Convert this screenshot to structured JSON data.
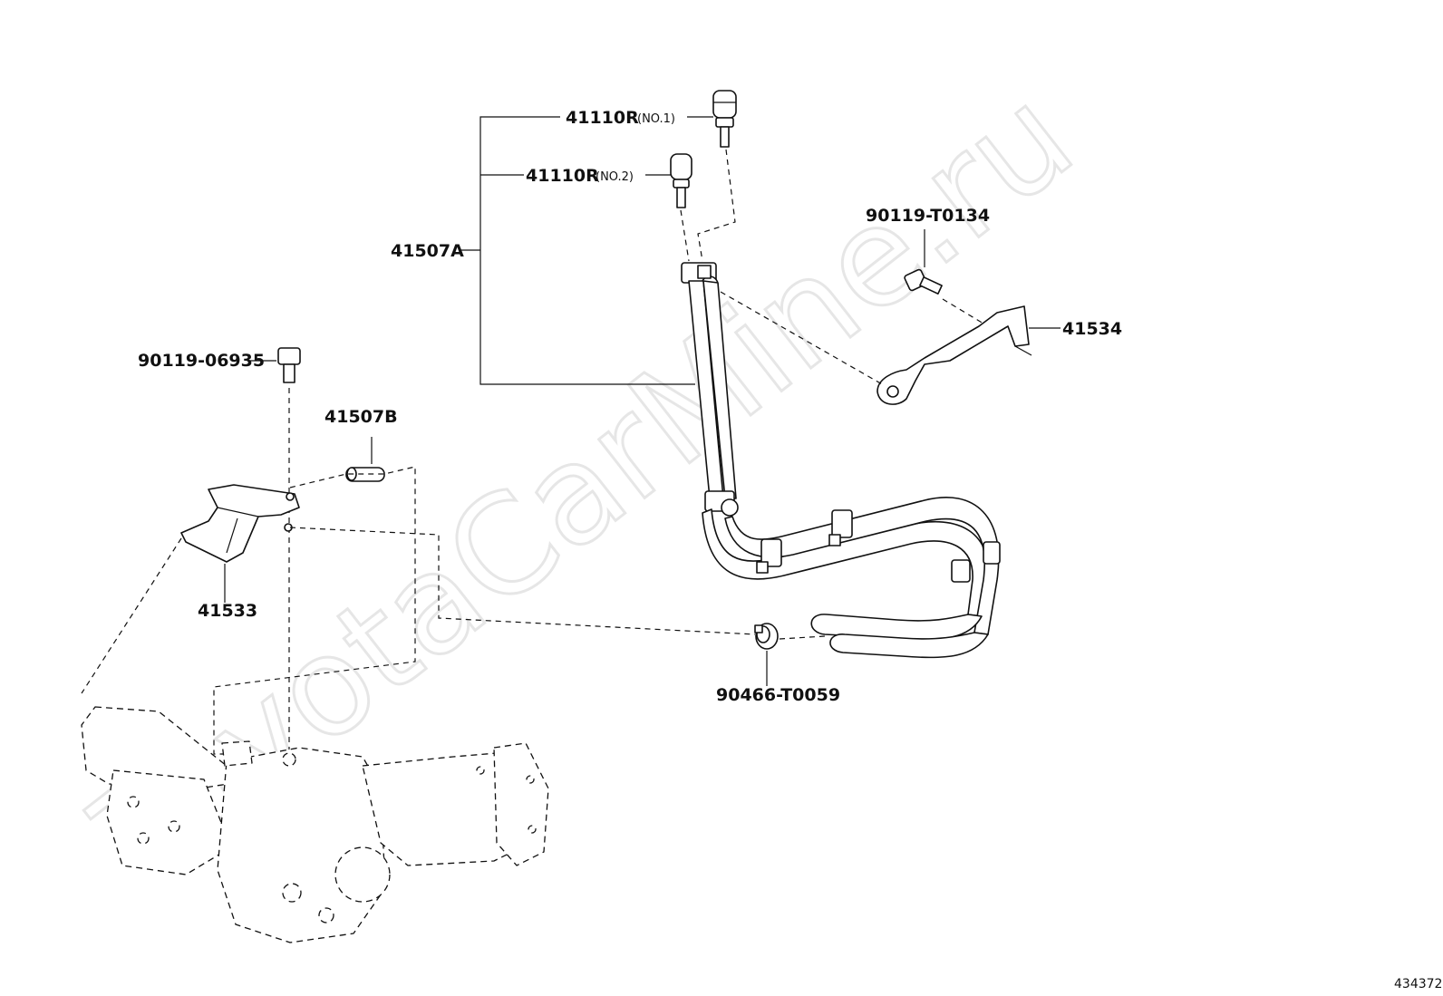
{
  "watermark": "ToyotaCarMine.ru",
  "diagram_ref": "434372",
  "parts": {
    "p41110r_1": {
      "number": "41110R",
      "note": "(NO.1)"
    },
    "p41110r_2": {
      "number": "41110R",
      "note": "(NO.2)"
    },
    "p41507a": {
      "number": "41507A"
    },
    "p90119_t0134": {
      "number": "90119-T0134"
    },
    "p41534": {
      "number": "41534"
    },
    "p90119_06935": {
      "number": "90119-06935"
    },
    "p41507b": {
      "number": "41507B"
    },
    "p41533": {
      "number": "41533"
    },
    "p90466_t0059": {
      "number": "90466-T0059"
    }
  },
  "colors": {
    "line": "#111111",
    "watermark": "#e6e6e6",
    "background": "#ffffff"
  }
}
